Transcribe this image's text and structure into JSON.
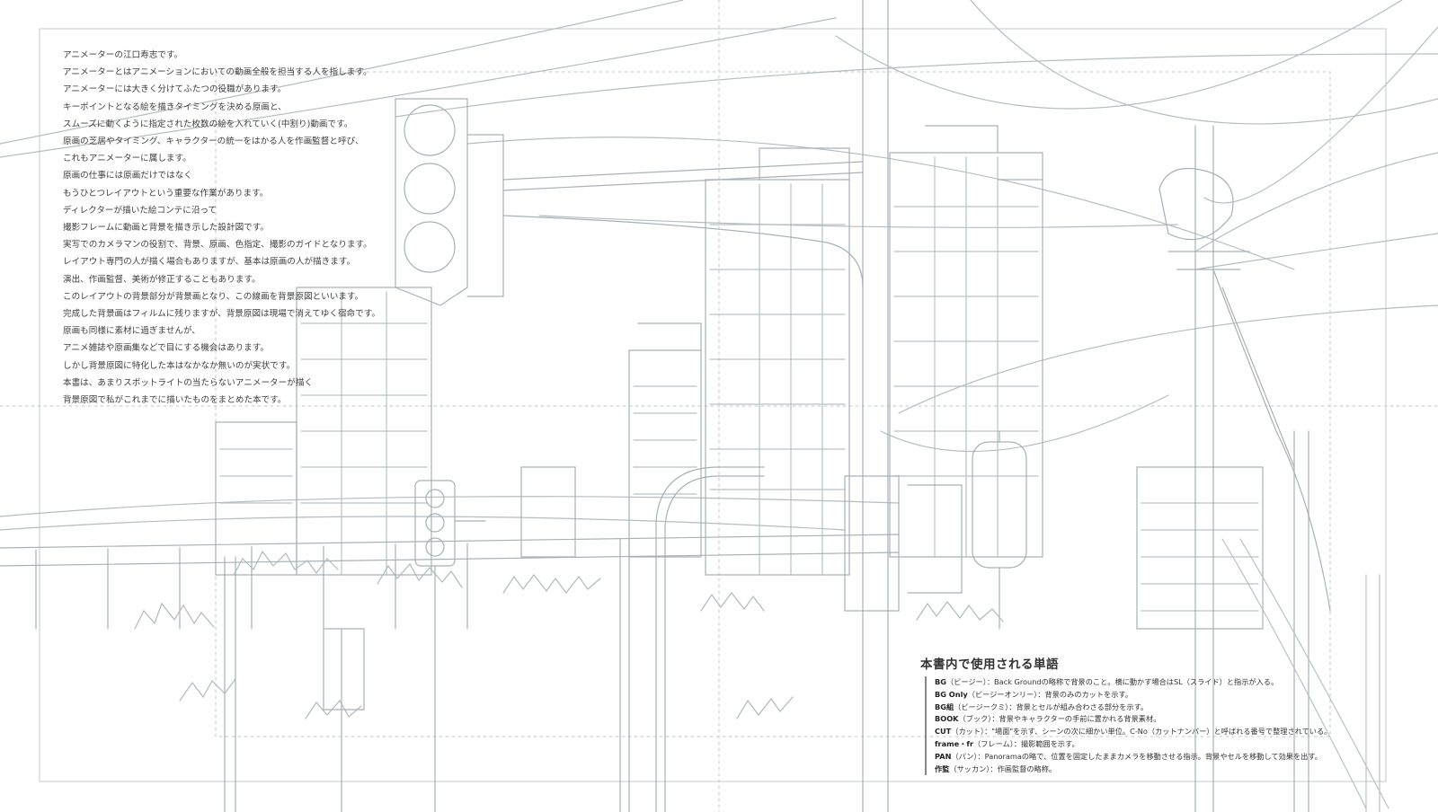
{
  "colors": {
    "paper": "#ffffff",
    "line_art": "#a7b1b7",
    "text": "#3f3f3f"
  },
  "intro": {
    "lines": [
      "アニメーターの江口寿志です。",
      "アニメーターとはアニメーションにおいての動画全般を担当する人を指します。",
      "アニメーターには大きく分けてふたつの役職があります。",
      "キーポイントとなる絵を描きタイミングを決める原画と、",
      "スムーズに動くように指定された枚数の絵を入れていく(中割り)動画です。",
      "原画の芝居やタイミング、キャラクターの統一をはかる人を作画監督と呼び、",
      "これもアニメーターに属します。",
      "原画の仕事には原画だけではなく",
      "もうひとつレイアウトという重要な作業があります。",
      "ディレクターが描いた絵コンテに沿って",
      "撮影フレームに動画と背景を描き示した設計図です。",
      "実写でのカメラマンの役割で、背景、原画、色指定、撮影のガイドとなります。",
      "レイアウト専門の人が描く場合もありますが、基本は原画の人が描きます。",
      "演出、作画監督、美術が修正することもあります。",
      "このレイアウトの背景部分が背景画となり、この線画を背景原図といいます。",
      "完成した背景画はフィルムに残りますが、背景原図は現場で消えてゆく宿命です。",
      "原画も同様に素材に過ぎませんが、",
      "アニメ雑誌や原画集などで目にする機会はあります。",
      "しかし背景原図に特化した本はなかなか無いのが実状です。",
      "本書は、あまりスポットライトの当たらないアニメーターが描く",
      "背景原図で私がこれまでに描いたものをまとめた本です。"
    ]
  },
  "glossary": {
    "title": "本書内で使用される単語",
    "items": [
      {
        "term": "BG",
        "desc": "（ビージー）：Back Groundの略称で背景のこと。横に動かす場合はSL（スライド）と指示が入る。"
      },
      {
        "term": "BG Only",
        "desc": "（ビージーオンリー）：背景のみのカットを示す。"
      },
      {
        "term": "BG組",
        "desc": "（ビージークミ）：背景とセルが組み合わさる部分を示す。"
      },
      {
        "term": "BOOK",
        "desc": "（ブック）：背景やキャラクターの手前に置かれる背景素材。"
      },
      {
        "term": "CUT",
        "desc": "（カット）：\"場面\"を示す、シーンの次に細かい単位。C-No（カットナンバー）と呼ばれる番号で整理されている。"
      },
      {
        "term": "frame・fr",
        "desc": "（フレーム）：撮影範囲を示す。"
      },
      {
        "term": "PAN",
        "desc": "（パン）：Panoramaの略で、位置を固定したままカメラを移動させる指示。背景やセルを移動して効果を出す。"
      },
      {
        "term": "作監",
        "desc": "（サッカン）：作画監督の略称。"
      }
    ]
  }
}
